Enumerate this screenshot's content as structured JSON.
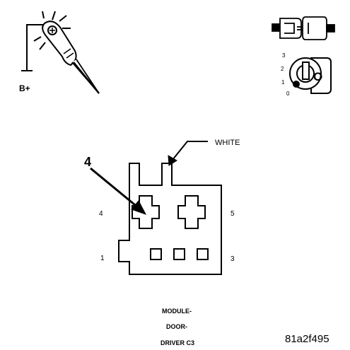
{
  "probe": {
    "label": "B+"
  },
  "ignition": {
    "positions": [
      "3",
      "2",
      "1",
      "0"
    ],
    "key_letter": "O"
  },
  "connector": {
    "wire_label": "WHITE",
    "callout": "4",
    "pins": {
      "p4": "4",
      "p5": "5",
      "p1": "1",
      "p3": "3"
    }
  },
  "caption": {
    "line1": "MODULE-",
    "line2": "DOOR-",
    "line3": "DRIVER C3"
  },
  "figure_id": "81a2f495"
}
